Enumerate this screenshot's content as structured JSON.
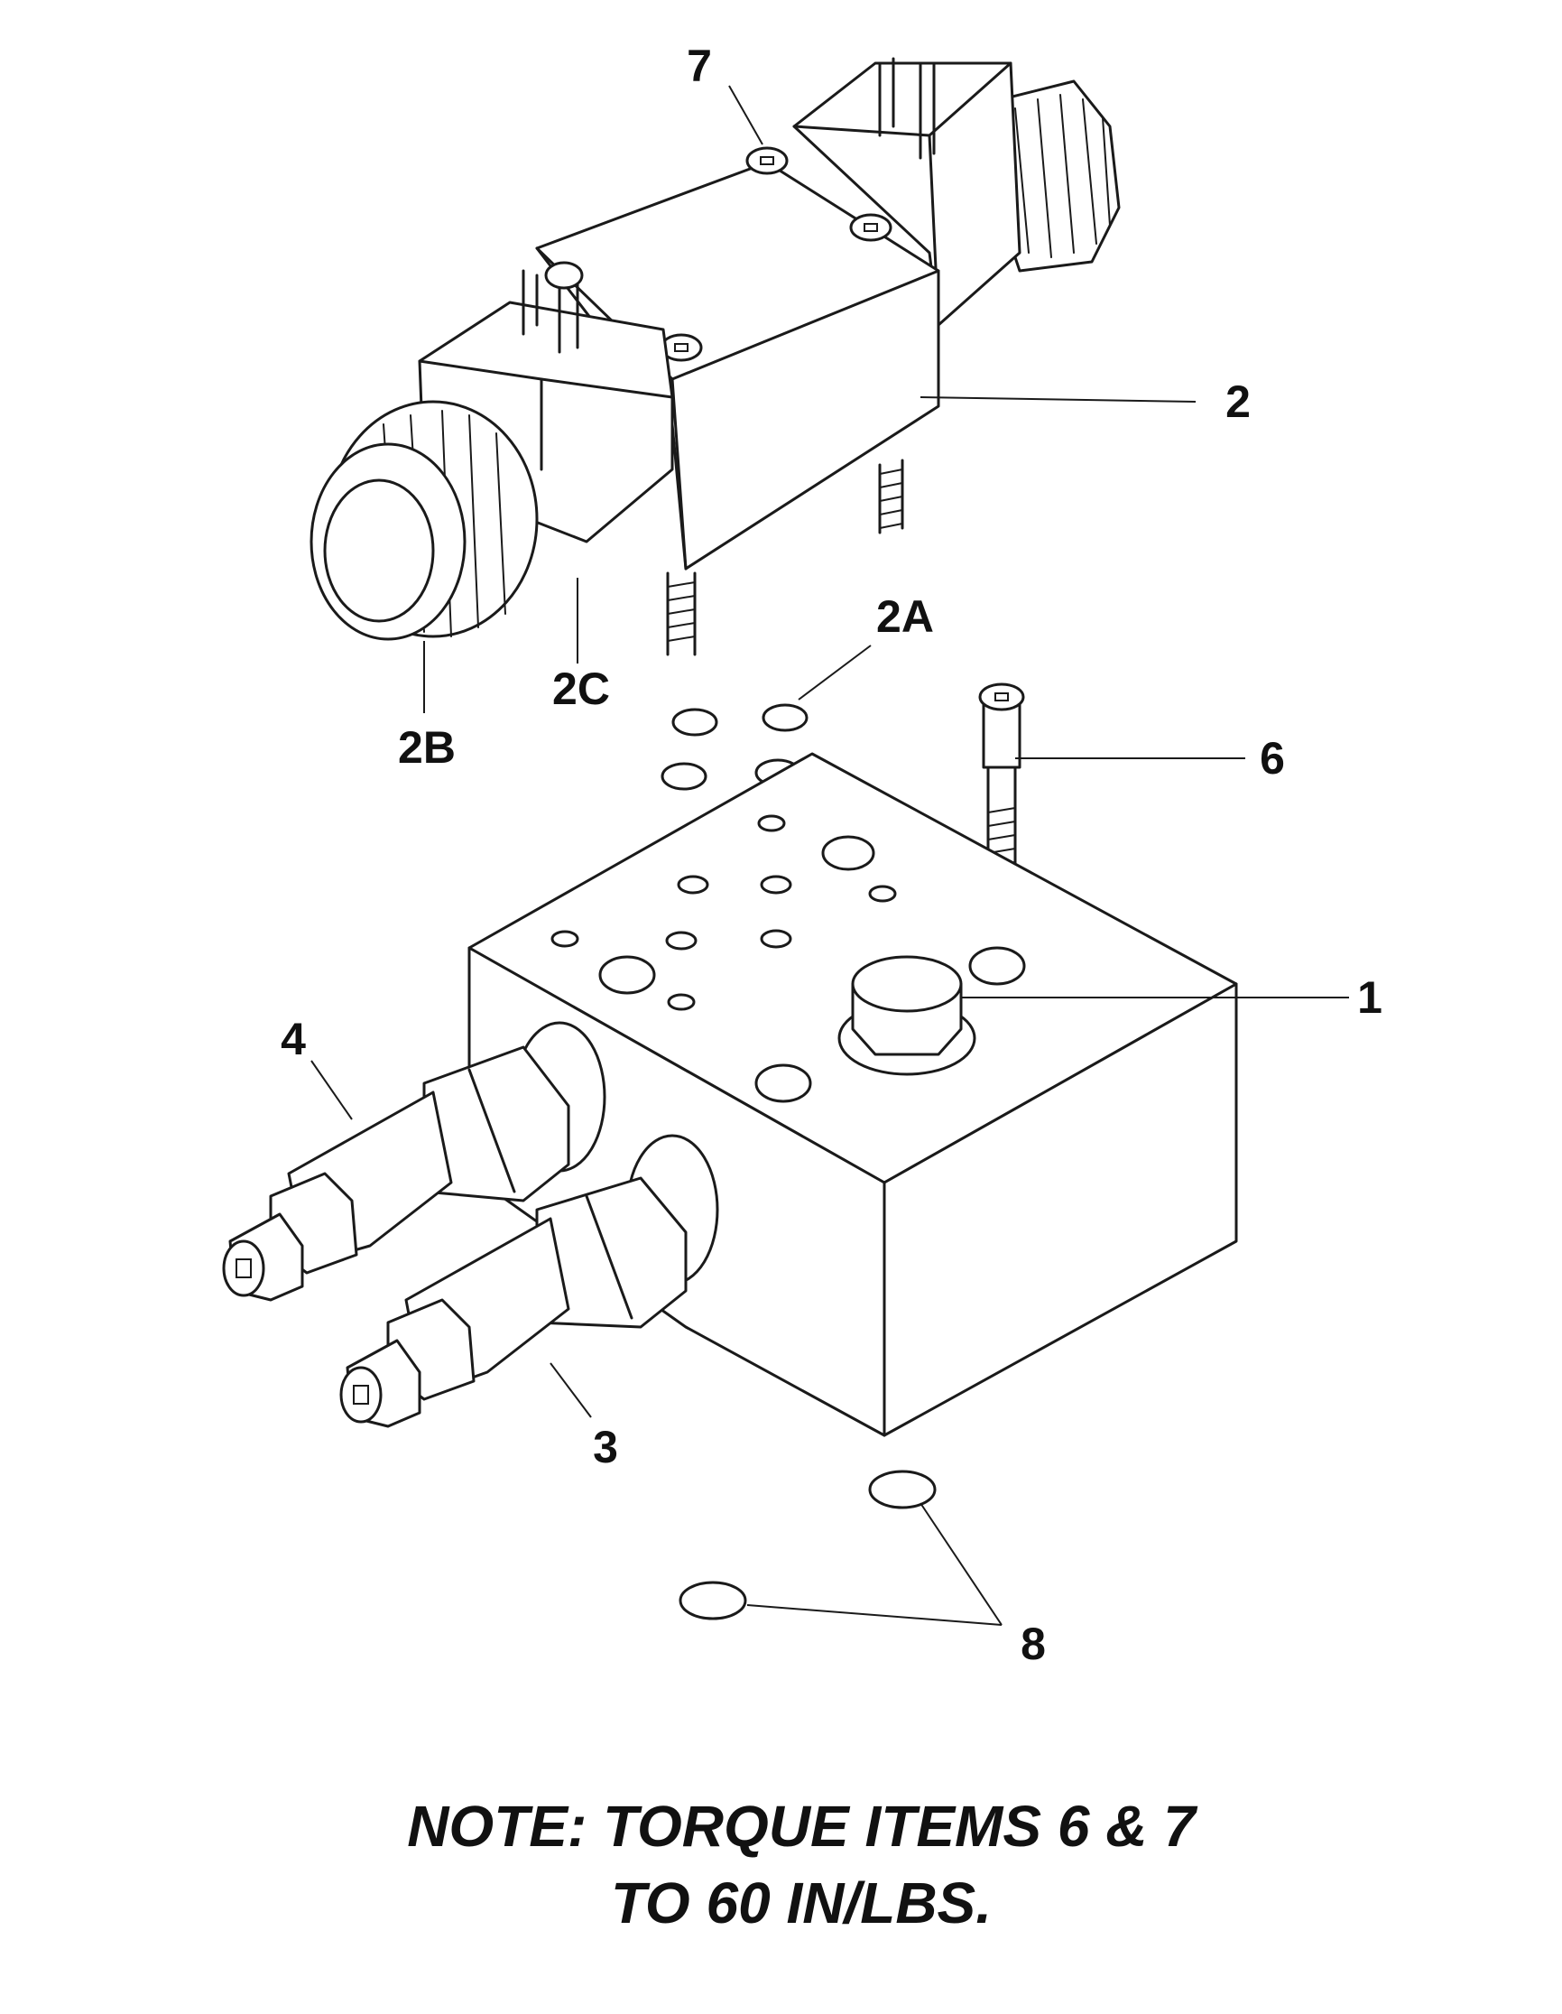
{
  "callouts": {
    "c1": "1",
    "c2": "2",
    "c2a": "2A",
    "c2b": "2B",
    "c2c": "2C",
    "c3": "3",
    "c4": "4",
    "c6": "6",
    "c7": "7",
    "c8": "8"
  },
  "note": {
    "line1": "NOTE: TORQUE ITEMS 6 & 7",
    "line2": "TO 60 IN/LBS."
  }
}
